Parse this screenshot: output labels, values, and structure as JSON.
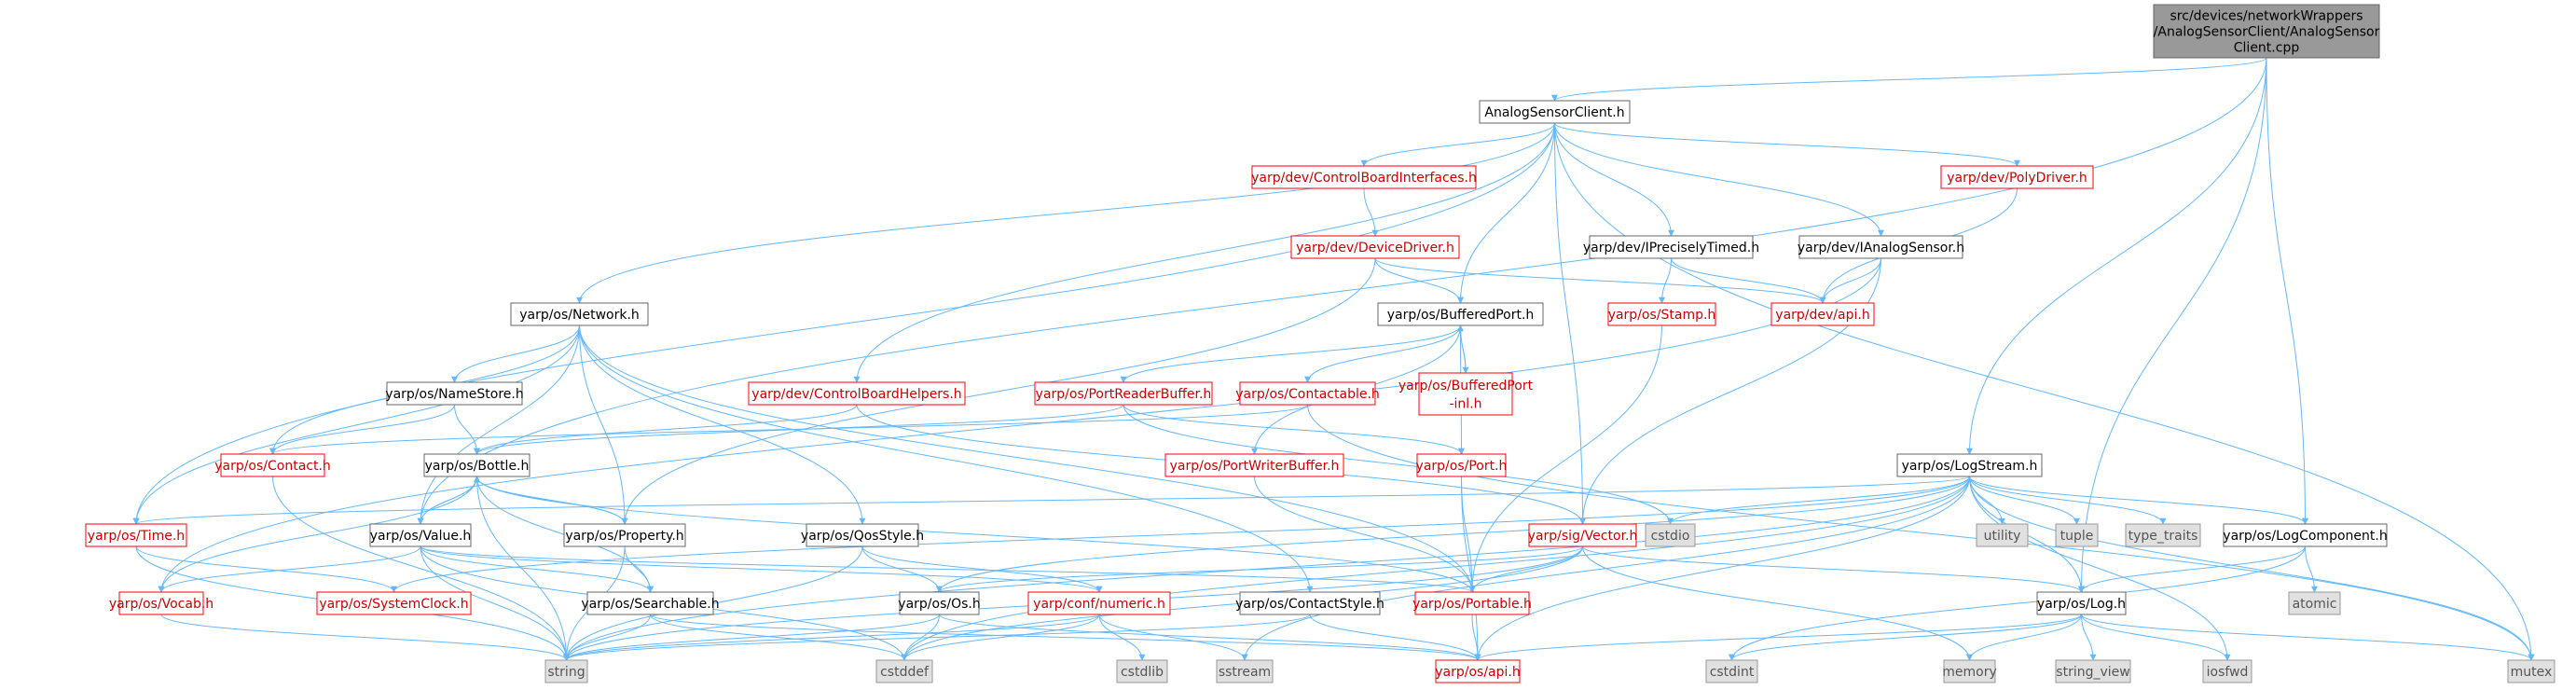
{
  "colors": {
    "edge": "#63b8ff",
    "root_fill": "#999999",
    "root_border": "#666666",
    "box_fill": "#ffffff",
    "red_border": "#ff0000",
    "gray_fill": "#e0e0e0",
    "gray_border": "#999999",
    "text": "#000000"
  },
  "nodes": [
    {
      "id": "root",
      "kind": "root",
      "lines": [
        "src/devices/networkWrappers",
        "/AnalogSensorClient/AnalogSensor",
        "Client.cpp"
      ]
    },
    {
      "id": "asc",
      "kind": "normal",
      "lines": [
        "AnalogSensorClient.h"
      ]
    },
    {
      "id": "cbi",
      "kind": "red",
      "lines": [
        "yarp/dev/ControlBoardInterfaces.h"
      ]
    },
    {
      "id": "poly",
      "kind": "red",
      "lines": [
        "yarp/dev/PolyDriver.h"
      ]
    },
    {
      "id": "devdrv",
      "kind": "red",
      "lines": [
        "yarp/dev/DeviceDriver.h"
      ]
    },
    {
      "id": "iprec",
      "kind": "normal",
      "lines": [
        "yarp/dev/IPreciselyTimed.h"
      ]
    },
    {
      "id": "ianalog",
      "kind": "normal",
      "lines": [
        "yarp/dev/IAnalogSensor.h"
      ]
    },
    {
      "id": "network",
      "kind": "normal",
      "lines": [
        "yarp/os/Network.h"
      ]
    },
    {
      "id": "bufport",
      "kind": "normal",
      "lines": [
        "yarp/os/BufferedPort.h"
      ]
    },
    {
      "id": "stamp",
      "kind": "red",
      "lines": [
        "yarp/os/Stamp.h"
      ]
    },
    {
      "id": "devapi",
      "kind": "red",
      "lines": [
        "yarp/dev/api.h"
      ]
    },
    {
      "id": "namestore",
      "kind": "normal",
      "lines": [
        "yarp/os/NameStore.h"
      ]
    },
    {
      "id": "cbhelpers",
      "kind": "red",
      "lines": [
        "yarp/dev/ControlBoardHelpers.h"
      ]
    },
    {
      "id": "prb",
      "kind": "red",
      "lines": [
        "yarp/os/PortReaderBuffer.h"
      ]
    },
    {
      "id": "contactable",
      "kind": "red",
      "lines": [
        "yarp/os/Contactable.h"
      ]
    },
    {
      "id": "bpinl",
      "kind": "red",
      "lines": [
        "yarp/os/BufferedPort",
        "-inl.h"
      ]
    },
    {
      "id": "contact",
      "kind": "red",
      "lines": [
        "yarp/os/Contact.h"
      ]
    },
    {
      "id": "bottle",
      "kind": "normal",
      "lines": [
        "yarp/os/Bottle.h"
      ]
    },
    {
      "id": "pwb",
      "kind": "red",
      "lines": [
        "yarp/os/PortWriterBuffer.h"
      ]
    },
    {
      "id": "port",
      "kind": "red",
      "lines": [
        "yarp/os/Port.h"
      ]
    },
    {
      "id": "logstream",
      "kind": "normal",
      "lines": [
        "yarp/os/LogStream.h"
      ]
    },
    {
      "id": "time",
      "kind": "red",
      "lines": [
        "yarp/os/Time.h"
      ]
    },
    {
      "id": "value",
      "kind": "normal",
      "lines": [
        "yarp/os/Value.h"
      ]
    },
    {
      "id": "property",
      "kind": "normal",
      "lines": [
        "yarp/os/Property.h"
      ]
    },
    {
      "id": "qos",
      "kind": "normal",
      "lines": [
        "yarp/os/QosStyle.h"
      ]
    },
    {
      "id": "vector",
      "kind": "red",
      "lines": [
        "yarp/sig/Vector.h"
      ]
    },
    {
      "id": "cstdio",
      "kind": "gray",
      "lines": [
        "cstdio"
      ]
    },
    {
      "id": "utility",
      "kind": "gray",
      "lines": [
        "utility"
      ]
    },
    {
      "id": "tuple",
      "kind": "gray",
      "lines": [
        "tuple"
      ]
    },
    {
      "id": "typetraits",
      "kind": "gray",
      "lines": [
        "type_traits"
      ]
    },
    {
      "id": "logcomp",
      "kind": "normal",
      "lines": [
        "yarp/os/LogComponent.h"
      ]
    },
    {
      "id": "vocab",
      "kind": "red",
      "lines": [
        "yarp/os/Vocab.h"
      ]
    },
    {
      "id": "sysclock",
      "kind": "red",
      "lines": [
        "yarp/os/SystemClock.h"
      ]
    },
    {
      "id": "searchable",
      "kind": "normal",
      "lines": [
        "yarp/os/Searchable.h"
      ]
    },
    {
      "id": "os",
      "kind": "normal",
      "lines": [
        "yarp/os/Os.h"
      ]
    },
    {
      "id": "numeric",
      "kind": "red",
      "lines": [
        "yarp/conf/numeric.h"
      ]
    },
    {
      "id": "contactstyle",
      "kind": "normal",
      "lines": [
        "yarp/os/ContactStyle.h"
      ]
    },
    {
      "id": "portable",
      "kind": "red",
      "lines": [
        "yarp/os/Portable.h"
      ]
    },
    {
      "id": "log",
      "kind": "normal",
      "lines": [
        "yarp/os/Log.h"
      ]
    },
    {
      "id": "atomic",
      "kind": "gray",
      "lines": [
        "atomic"
      ]
    },
    {
      "id": "string",
      "kind": "gray",
      "lines": [
        "string"
      ]
    },
    {
      "id": "cstddef",
      "kind": "gray",
      "lines": [
        "cstddef"
      ]
    },
    {
      "id": "cstdlib",
      "kind": "gray",
      "lines": [
        "cstdlib"
      ]
    },
    {
      "id": "sstream",
      "kind": "gray",
      "lines": [
        "sstream"
      ]
    },
    {
      "id": "osapi",
      "kind": "red",
      "lines": [
        "yarp/os/api.h"
      ]
    },
    {
      "id": "cstdint",
      "kind": "gray",
      "lines": [
        "cstdint"
      ]
    },
    {
      "id": "memory",
      "kind": "gray",
      "lines": [
        "memory"
      ]
    },
    {
      "id": "stringview",
      "kind": "gray",
      "lines": [
        "string_view"
      ]
    },
    {
      "id": "iosfwd",
      "kind": "gray",
      "lines": [
        "iosfwd"
      ]
    },
    {
      "id": "mutex",
      "kind": "gray",
      "lines": [
        "mutex"
      ]
    }
  ],
  "edges": [
    [
      "root",
      "asc"
    ],
    [
      "root",
      "value"
    ],
    [
      "root",
      "logstream"
    ],
    [
      "root",
      "logcomp"
    ],
    [
      "root",
      "log"
    ],
    [
      "asc",
      "network"
    ],
    [
      "asc",
      "cbi"
    ],
    [
      "asc",
      "cbhelpers"
    ],
    [
      "asc",
      "poly"
    ],
    [
      "asc",
      "iprec"
    ],
    [
      "asc",
      "ianalog"
    ],
    [
      "asc",
      "bufport"
    ],
    [
      "asc",
      "vector"
    ],
    [
      "asc",
      "time"
    ],
    [
      "asc",
      "mutex"
    ],
    [
      "cbi",
      "devdrv"
    ],
    [
      "devdrv",
      "bufport"
    ],
    [
      "devdrv",
      "devapi"
    ],
    [
      "devdrv",
      "property"
    ],
    [
      "iprec",
      "stamp"
    ],
    [
      "iprec",
      "devapi"
    ],
    [
      "ianalog",
      "devapi"
    ],
    [
      "ianalog",
      "vector"
    ],
    [
      "ianalog",
      "vocab"
    ],
    [
      "poly",
      "devapi"
    ],
    [
      "network",
      "namestore"
    ],
    [
      "network",
      "contact"
    ],
    [
      "network",
      "time"
    ],
    [
      "network",
      "value"
    ],
    [
      "network",
      "property"
    ],
    [
      "network",
      "qos"
    ],
    [
      "network",
      "portable"
    ],
    [
      "network",
      "contactstyle"
    ],
    [
      "namestore",
      "contact"
    ],
    [
      "namestore",
      "bottle"
    ],
    [
      "bufport",
      "prb"
    ],
    [
      "bufport",
      "contactable"
    ],
    [
      "bufport",
      "bpinl"
    ],
    [
      "bufport",
      "pwb"
    ],
    [
      "bufport",
      "port"
    ],
    [
      "bpinl",
      "bufport"
    ],
    [
      "prb",
      "bottle"
    ],
    [
      "prb",
      "port"
    ],
    [
      "prb",
      "cstdio"
    ],
    [
      "contactable",
      "contact"
    ],
    [
      "contactable",
      "mutex"
    ],
    [
      "cbhelpers",
      "bottle"
    ],
    [
      "cbhelpers",
      "vector"
    ],
    [
      "stamp",
      "portable"
    ],
    [
      "pwb",
      "portable"
    ],
    [
      "port",
      "portable"
    ],
    [
      "port",
      "osapi"
    ],
    [
      "contact",
      "string"
    ],
    [
      "bottle",
      "value"
    ],
    [
      "bottle",
      "property"
    ],
    [
      "bottle",
      "searchable"
    ],
    [
      "bottle",
      "portable"
    ],
    [
      "bottle",
      "vocab"
    ],
    [
      "bottle",
      "string"
    ],
    [
      "value",
      "bottle"
    ],
    [
      "value",
      "vocab"
    ],
    [
      "value",
      "searchable"
    ],
    [
      "value",
      "portable"
    ],
    [
      "value",
      "numeric"
    ],
    [
      "value",
      "string"
    ],
    [
      "value",
      "cstddef"
    ],
    [
      "property",
      "bottle"
    ],
    [
      "property",
      "searchable"
    ],
    [
      "property",
      "string"
    ],
    [
      "qos",
      "os"
    ],
    [
      "qos",
      "numeric"
    ],
    [
      "qos",
      "string"
    ],
    [
      "time",
      "sysclock"
    ],
    [
      "time",
      "string"
    ],
    [
      "vector",
      "portable"
    ],
    [
      "vector",
      "os"
    ],
    [
      "vector",
      "log"
    ],
    [
      "vector",
      "memory"
    ],
    [
      "vector",
      "cstddef"
    ],
    [
      "vector",
      "string"
    ],
    [
      "logstream",
      "time"
    ],
    [
      "logstream",
      "sysclock"
    ],
    [
      "logstream",
      "os"
    ],
    [
      "logstream",
      "log"
    ],
    [
      "logstream",
      "logcomp"
    ],
    [
      "logstream",
      "cstdio"
    ],
    [
      "logstream",
      "utility"
    ],
    [
      "logstream",
      "tuple"
    ],
    [
      "logstream",
      "typetraits"
    ],
    [
      "logstream",
      "string"
    ],
    [
      "logstream",
      "sstream"
    ],
    [
      "logstream",
      "cstddef"
    ],
    [
      "logstream",
      "iosfwd"
    ],
    [
      "logstream",
      "mutex"
    ],
    [
      "logstream",
      "osapi"
    ],
    [
      "logcomp",
      "log"
    ],
    [
      "logcomp",
      "atomic"
    ],
    [
      "logcomp",
      "cstdint"
    ],
    [
      "vocab",
      "string"
    ],
    [
      "searchable",
      "string"
    ],
    [
      "searchable",
      "cstddef"
    ],
    [
      "searchable",
      "osapi"
    ],
    [
      "os",
      "string"
    ],
    [
      "os",
      "cstddef"
    ],
    [
      "os",
      "osapi"
    ],
    [
      "numeric",
      "cstdlib"
    ],
    [
      "numeric",
      "sstream"
    ],
    [
      "numeric",
      "string"
    ],
    [
      "numeric",
      "cstddef"
    ],
    [
      "contactstyle",
      "osapi"
    ],
    [
      "contactstyle",
      "string"
    ],
    [
      "portable",
      "osapi"
    ],
    [
      "log",
      "osapi"
    ],
    [
      "log",
      "cstdint"
    ],
    [
      "log",
      "memory"
    ],
    [
      "log",
      "stringview"
    ],
    [
      "log",
      "iosfwd"
    ],
    [
      "log",
      "mutex"
    ]
  ]
}
